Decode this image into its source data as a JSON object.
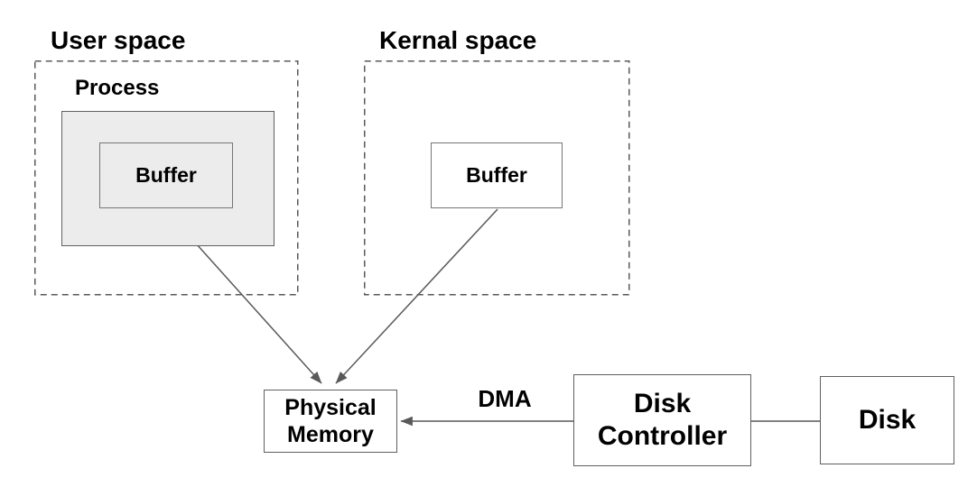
{
  "diagram": {
    "user_space": {
      "label": "User space",
      "process": {
        "label": "Process",
        "buffer": {
          "label": "Buffer"
        }
      }
    },
    "kernel_space": {
      "label": "Kernal space",
      "buffer": {
        "label": "Buffer"
      }
    },
    "physical_memory": {
      "line1": "Physical",
      "line2": "Memory"
    },
    "dma": {
      "label": "DMA"
    },
    "disk_controller": {
      "line1": "Disk",
      "line2": "Controller"
    },
    "disk": {
      "label": "Disk"
    },
    "colors": {
      "background": "#ffffff",
      "text": "#000000",
      "box_border": "#5f5f5f",
      "dashed_border": "#595959",
      "arrow_stroke": "#595959",
      "process_fill": "#ececec",
      "buffer_fill_user": "#ececec",
      "buffer_fill_kernel": "#ffffff"
    },
    "edges": [
      {
        "from": "user-space-buffer",
        "to": "physical-memory",
        "type": "arrow",
        "label": ""
      },
      {
        "from": "kernel-space-buffer",
        "to": "physical-memory",
        "type": "arrow",
        "label": ""
      },
      {
        "from": "disk-controller",
        "to": "physical-memory",
        "type": "arrow",
        "label": "DMA"
      },
      {
        "from": "disk-controller",
        "to": "disk",
        "type": "line",
        "label": ""
      }
    ]
  }
}
